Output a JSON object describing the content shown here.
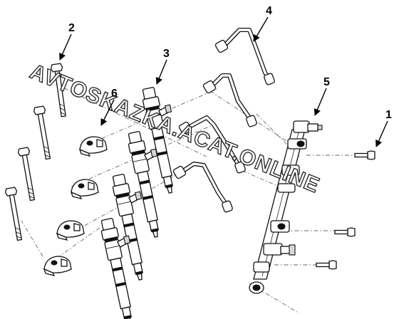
{
  "callouts": [
    {
      "label": "1"
    },
    {
      "label": "2"
    },
    {
      "label": "3"
    },
    {
      "label": "4"
    },
    {
      "label": "5"
    },
    {
      "label": "6"
    }
  ],
  "watermark": {
    "line1": "AVTOSKAZKA.ACAT.ONLINE"
  }
}
